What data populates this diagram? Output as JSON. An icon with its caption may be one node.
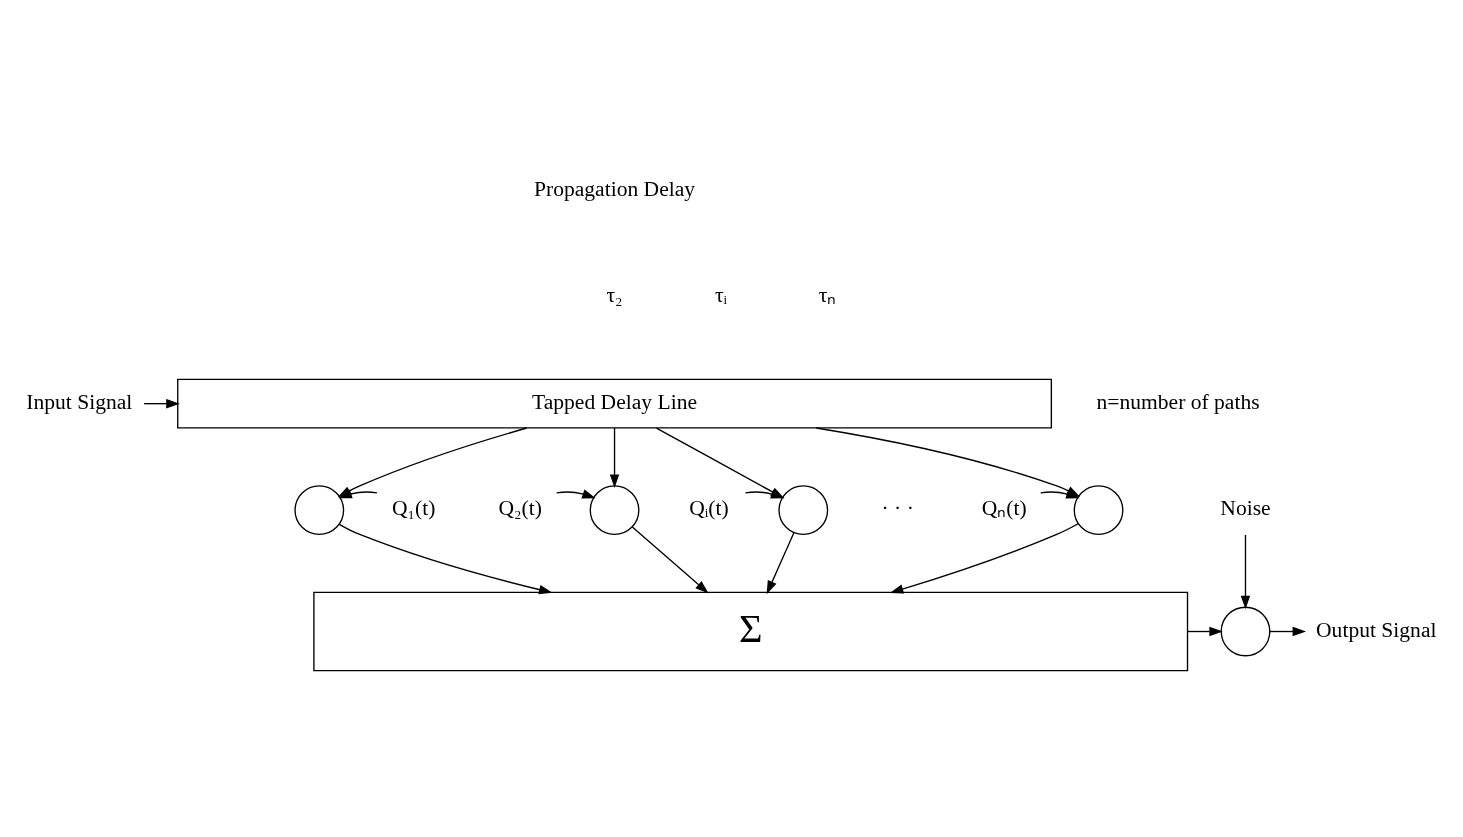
{
  "diagram": {
    "nodes": [
      {
        "text": [
          "Input Signal"
        ]
      },
      {
        "text": [
          "Tapped Delay Line"
        ]
      },
      {
        "text": [
          "Q₁(t)"
        ]
      },
      {
        "text": [],
        "shape": "circle"
      },
      {
        "text": [
          "Q₂(t)"
        ]
      },
      {
        "text": [],
        "shape": "circle"
      },
      {
        "text": [
          "Qᵢ(t)"
        ]
      },
      {
        "text": [],
        "shape": "circle"
      },
      {
        "text": [
          "Qₙ(t)"
        ]
      },
      {
        "text": [],
        "shape": "circle"
      },
      {
        "text": [
          "Σ"
        ]
      },
      {
        "text": [],
        "shape": "circle"
      },
      {
        "text": [
          "Output Signal"
        ]
      },
      {
        "text": [
          "Noise"
        ]
      }
    ],
    "edges": [
      {
        "from": 0,
        "to": 1,
        "arrow": "to"
      },
      {
        "from": 1,
        "to": 3,
        "arrow": "to"
      },
      {
        "from": 1,
        "to": 5,
        "arrow": "to"
      },
      {
        "from": 1,
        "to": 7,
        "arrow": "to"
      },
      {
        "from": 1,
        "to": 9,
        "arrow": "to"
      },
      {
        "from": 2,
        "to": 3,
        "arrow": "to"
      },
      {
        "from": 4,
        "to": 5,
        "arrow": "to"
      },
      {
        "from": 6,
        "to": 7,
        "arrow": "to"
      },
      {
        "from": 8,
        "to": 9,
        "arrow": "to"
      },
      {
        "from": 3,
        "to": 10,
        "arrow": "to"
      },
      {
        "from": 5,
        "to": 10,
        "arrow": "to"
      },
      {
        "from": 7,
        "to": 10,
        "arrow": "to"
      },
      {
        "from": 9,
        "to": 10,
        "arrow": "to"
      },
      {
        "from": 10,
        "to": 11,
        "arrow": "to"
      },
      {
        "from": 13,
        "to": 11,
        "arrow": "to"
      },
      {
        "from": 11,
        "to": 12,
        "arrow": "to"
      }
    ],
    "labels": [
      "Propagation Delay",
      "τ₂",
      "τᵢ",
      "τₙ",
      "n=number of paths",
      "· · ·"
    ]
  }
}
